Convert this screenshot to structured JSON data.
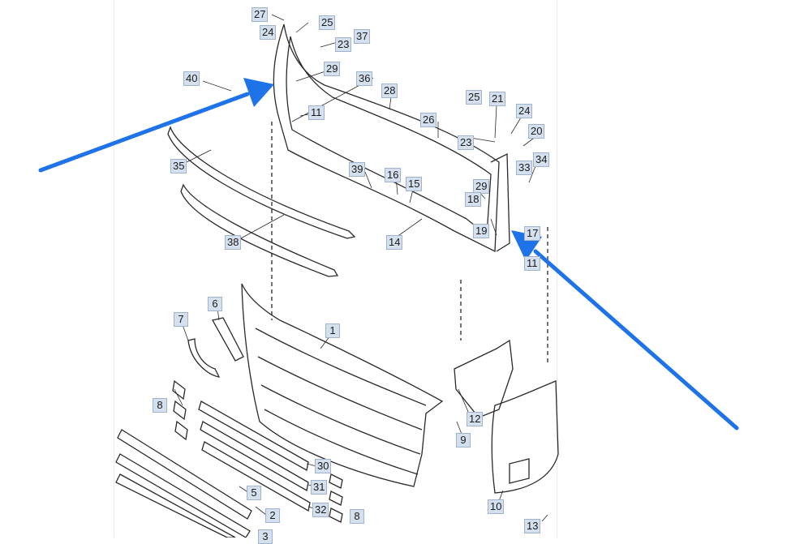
{
  "diagram": {
    "part_labels": [
      "27",
      "24",
      "25",
      "23",
      "37",
      "29",
      "36",
      "40",
      "28",
      "11",
      "35",
      "26",
      "25",
      "21",
      "24",
      "20",
      "23",
      "34",
      "33",
      "39",
      "16",
      "15",
      "29",
      "18",
      "19",
      "17",
      "11",
      "14",
      "38",
      "7",
      "6",
      "1",
      "8",
      "12",
      "9",
      "30",
      "31",
      "5",
      "32",
      "8",
      "2",
      "3",
      "10",
      "13"
    ],
    "colors": {
      "line": "#2a2a2a",
      "label_fill": "#d4e0ee",
      "label_border": "#9fb4cc",
      "arrow": "#1f73e8"
    },
    "pointer_arrows": 2
  }
}
